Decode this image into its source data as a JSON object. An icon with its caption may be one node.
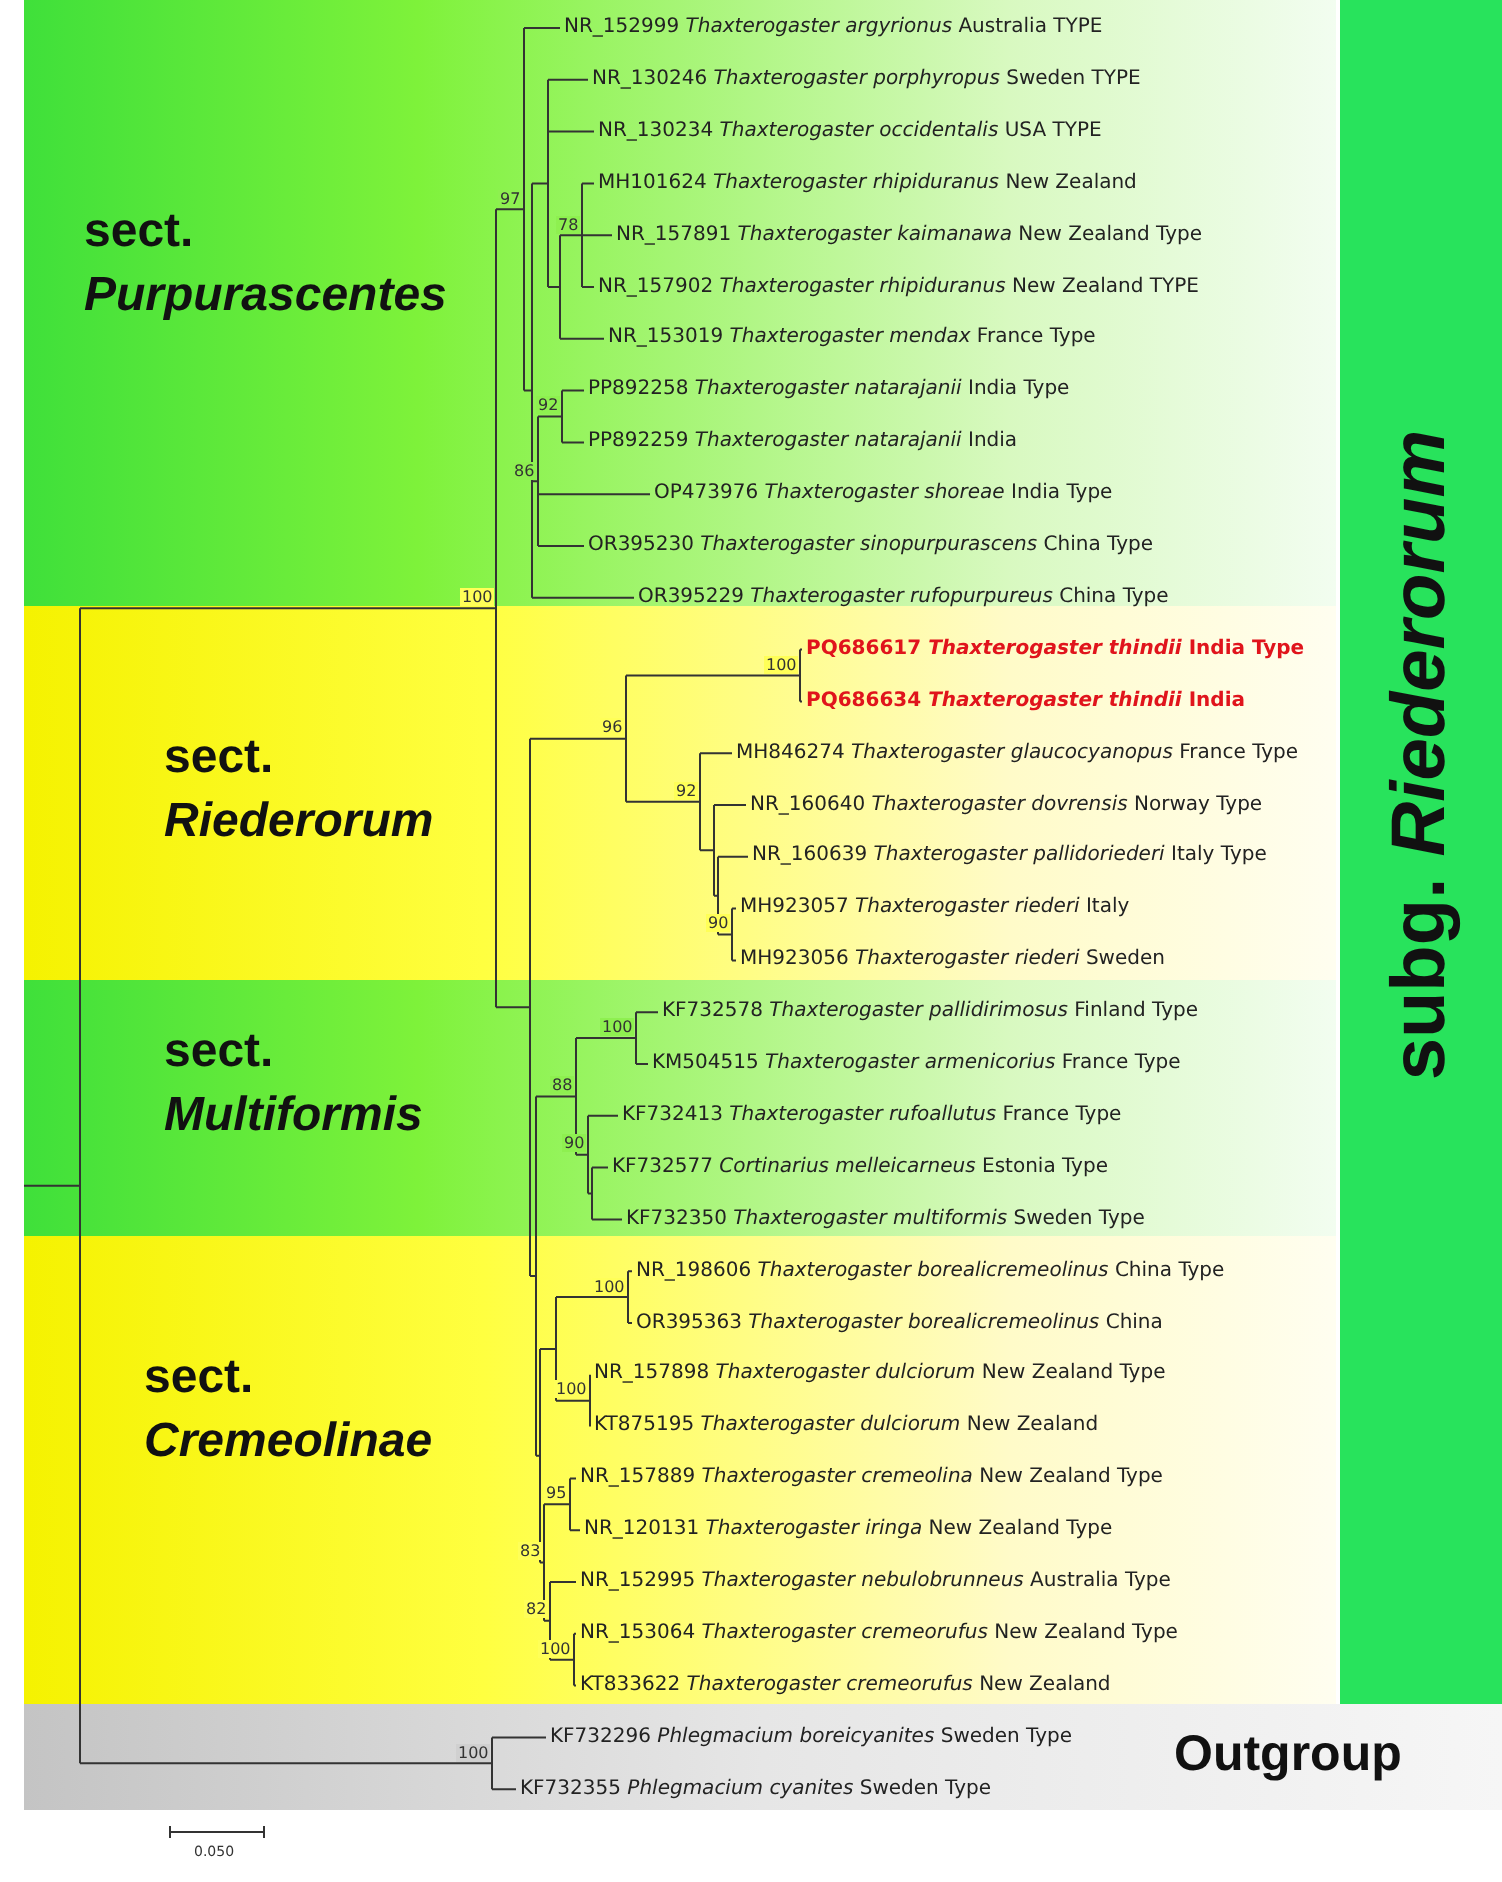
{
  "diagram": {
    "nodes": [
      {
        "text": [
          "sect. *Purpurascentes*"
        ]
      },
      {
        "text": [
          "sect. *Riederorum*"
        ]
      },
      {
        "text": [
          "sect. *Multiformis*"
        ]
      },
      {
        "text": [
          "sect. *Cremeolinae*"
        ]
      },
      {
        "text": [
          "Outgroup"
        ]
      },
      {
        "text": [
          "subg. *Riederorum*"
        ]
      }
    ],
    "labels": [
      "NR_152999 *Thaxterogaster argyrionus* Australia TYPE",
      "NR_130246 *Thaxterogaster porphyropus* Sweden TYPE",
      "NR_130234 *Thaxterogaster occidentalis* USA TYPE",
      "MH101624 *Thaxterogaster rhipiduranus* New Zealand",
      "NR_157891 *Thaxterogaster kaimanawa* New Zealand Type",
      "NR_157902 *Thaxterogaster rhipiduranus* New Zealand TYPE",
      "NR_153019 *Thaxterogaster mendax* France Type",
      "PP892258 *Thaxterogaster natarajanii* India Type",
      "PP892259 *Thaxterogaster natarajanii* India",
      "OP473976 *Thaxterogaster shoreae* India Type",
      "OR395230 *Thaxterogaster sinopurpurascens* China Type",
      "OR395229 *Thaxterogaster rufopurpureus* China Type",
      "PQ686617 *Thaxterogaster thindii* India Type",
      "PQ686634 *Thaxterogaster thindii* India",
      "MH846274 *Thaxterogaster glaucocyanopus* France Type",
      "NR_160640 *Thaxterogaster dovrensis* Norway Type",
      "NR_160639 *Thaxterogaster pallidoriederi* Italy Type",
      "MH923057 *Thaxterogaster riederi* Italy",
      "MH923056 *Thaxterogaster riederi* Sweden",
      "KF732578 *Thaxterogaster pallidirimosus* Finland Type",
      "KM504515 *Thaxterogaster armenicorius* France Type",
      "KF732413 *Thaxterogaster rufoallutus* France Type",
      "KF732577 *Cortinarius melleicarneus* Estonia Type",
      "KF732350 *Thaxterogaster multiformis* Sweden Type",
      "NR_198606 *Thaxterogaster borealicremeolinus*  China Type",
      "OR395363 *Thaxterogaster borealicremeolinus* China",
      "NR_157898 *Thaxterogaster dulciorum* New Zealand Type",
      "KT875195 *Thaxterogaster dulciorum* New Zealand",
      "NR_157889 *Thaxterogaster cremeolina* New Zealand Type",
      "NR_120131 *Thaxterogaster iringa* New Zealand Type",
      "NR_152995 *Thaxterogaster nebulobrunneus* Australia Type",
      "NR_153064 *Thaxterogaster cremeorufus* New Zealand Type",
      "KT833622 *Thaxterogaster cremeorufus* New Zealand",
      "KF732296 *Phlegmacium boreicyanites* Sweden Type",
      "KF732355 *Phlegmacium cyanites* Sweden Type",
      "97",
      "78",
      "92",
      "86",
      "100",
      "100",
      "96",
      "92",
      "90",
      "100",
      "88",
      "90",
      "100",
      "100",
      "95",
      "83",
      "82",
      "100",
      "100",
      "0.050"
    ]
  }
}
